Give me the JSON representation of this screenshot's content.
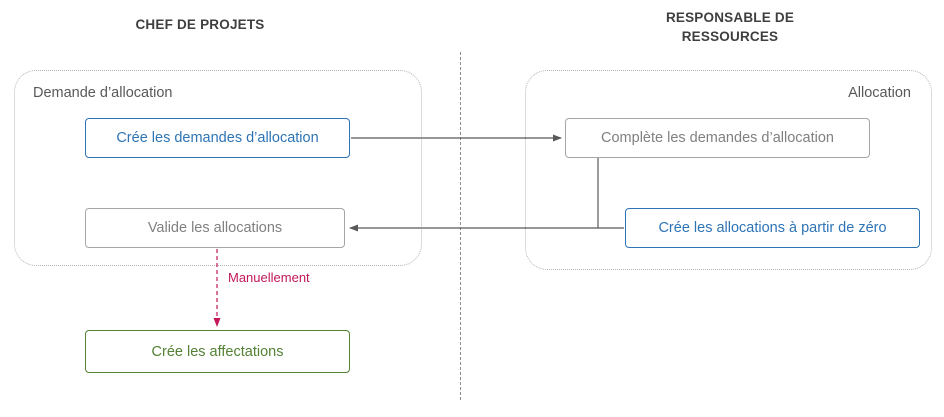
{
  "headers": {
    "left": "CHEF DE PROJETS",
    "right": "RESPONSABLE DE RESSOURCES"
  },
  "groups": {
    "left_label": "Demande d’allocation",
    "right_label": "Allocation"
  },
  "boxes": {
    "create_requests": "Crée les demandes d’allocation",
    "complete_requests": "Complète les demandes d’allocation",
    "validate_allocations": "Valide les allocations",
    "create_from_scratch": "Crée les allocations à partir de zéro",
    "create_assignments": "Crée les affectations"
  },
  "annotations": {
    "manual_label": "Manuellement"
  },
  "colors": {
    "accent_blue": "#2e74b5",
    "muted_gray_border": "#a6a6a6",
    "muted_gray_text": "#808080",
    "green": "#538135",
    "arrow_gray": "#595959",
    "manual_crimson": "#c2185b",
    "group_dotted_border": "#b5b5b5",
    "header_text": "#3f3f3f",
    "divider_gray": "#8c8c8c"
  }
}
